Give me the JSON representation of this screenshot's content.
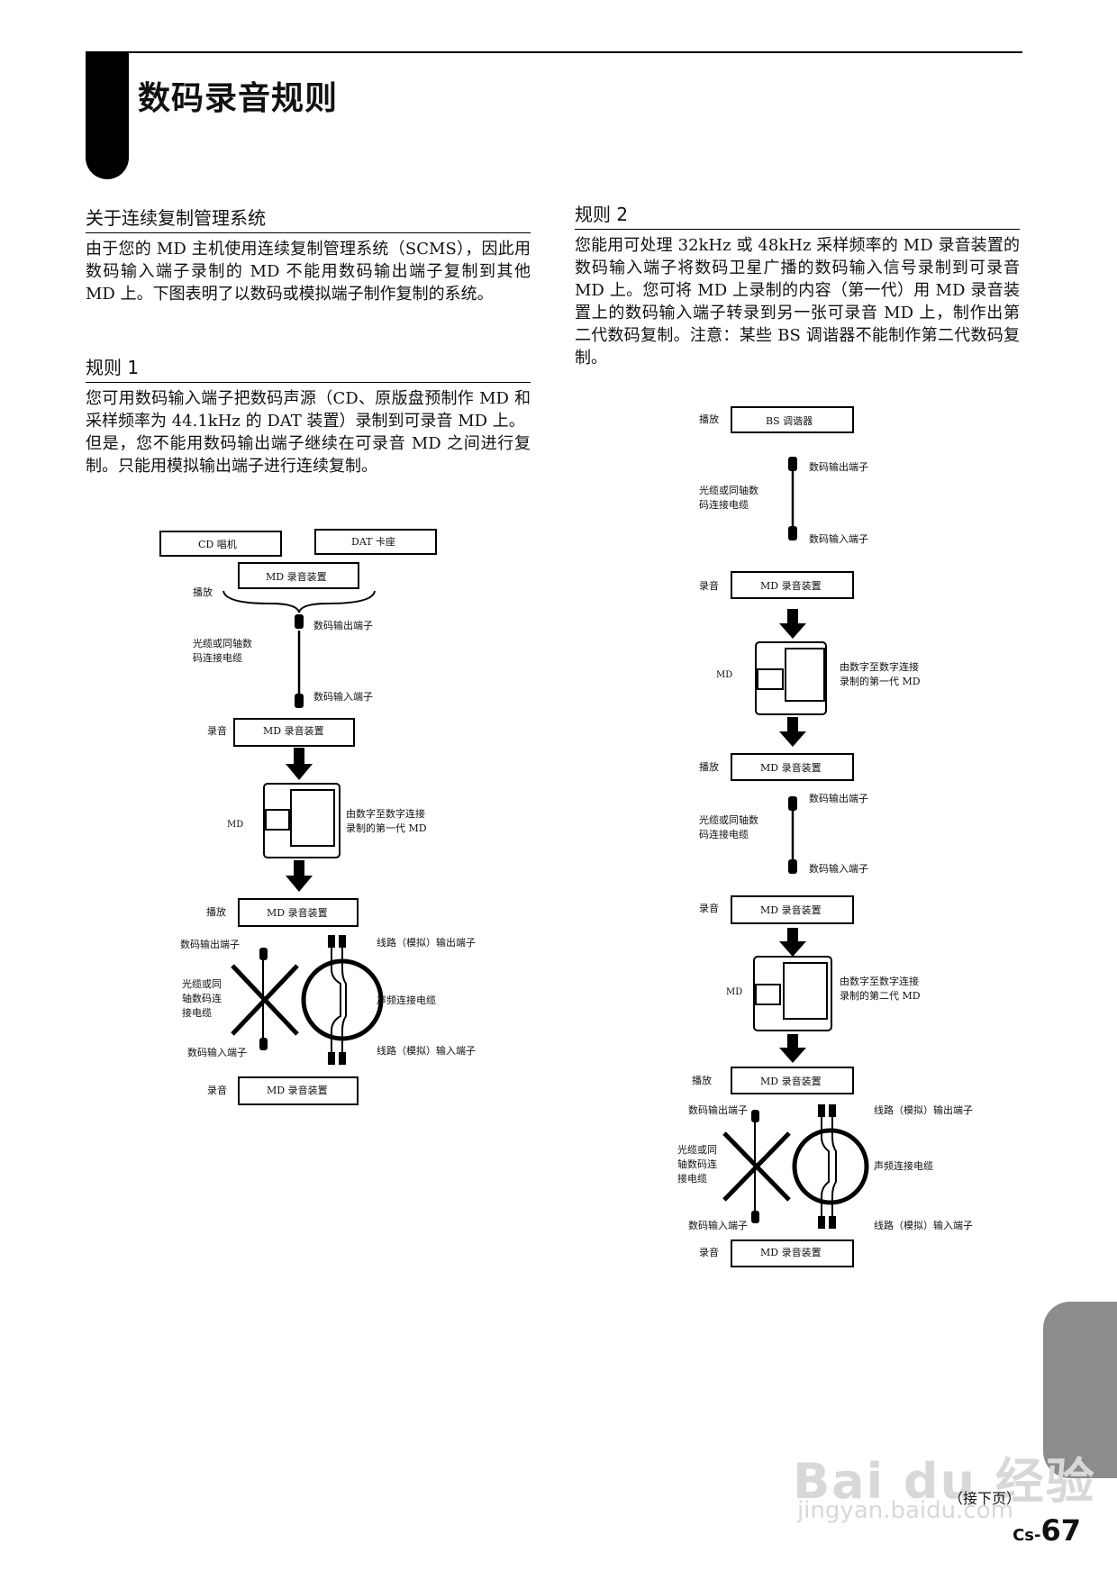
{
  "page_title": "数码录音规则",
  "left": {
    "section1_heading": "关于连续复制管理系统",
    "section1_text": "由于您的 MD 主机使用连续复制管理系统（SCMS），因此用数码输入端子录制的 MD 不能用数码输出端子复制到其他 MD 上。下图表明了以数码或模拟端子制作复制的系统。",
    "rule1_heading": "规则 1",
    "rule1_text_1": "您可用数码输入端子把数码声源（CD、原版盘预制作 MD 和采样频率为 44.1kHz 的 DAT 装置）录制到可录音 MD 上。",
    "rule1_text_2": "但是，您不能用数码输出端子继续在可录音 MD 之间进行复制。只能用模拟输出端子进行连续复制。"
  },
  "right": {
    "rule2_heading": "规则 2",
    "rule2_text": "您能用可处理 32kHz 或 48kHz 采样频率的 MD 录音装置的数码输入端子将数码卫星广播的数码输入信号录制到可录音 MD 上。您可将 MD 上录制的内容（第一代）用 MD 录音装置上的数码输入端子转录到另一张可录音 MD 上，制作出第二代数码复制。注意：某些 BS 调谐器不能制作第二代数码复制。"
  },
  "diagram1": {
    "cd_player": "CD 唱机",
    "dat_deck": "DAT 卡座",
    "md_recorder": "MD 录音装置",
    "play": "播放",
    "record": "录音",
    "digital_out": "数码输出端子",
    "digital_in": "数码输入端子",
    "cable_a": "光缆或同轴数",
    "cable_b": "码连接电缆",
    "md": "MD",
    "first_gen_a": "由数字至数字连接",
    "first_gen_b": "录制的第一代 MD",
    "line_out": "线路（模拟）输出端子",
    "line_in": "线路（模拟）输入端子",
    "audio_cable": "声频连接电缆",
    "cable3_a": "光缆或同",
    "cable3_b": "轴数码连",
    "cable3_c": "接电缆"
  },
  "diagram2": {
    "bs_tuner": "BS 调谐器",
    "md_recorder": "MD 录音装置",
    "play": "播放",
    "record": "录音",
    "digital_out": "数码输出端子",
    "digital_in": "数码输入端子",
    "cable_a": "光缆或同轴数",
    "cable_b": "码连接电缆",
    "md": "MD",
    "first_gen_a": "由数字至数字连接",
    "first_gen_b": "录制的第一代 MD",
    "second_gen_a": "由数字至数字连接",
    "second_gen_b": "录制的第二代 MD",
    "line_out": "线路（模拟）输出端子",
    "line_in": "线路（模拟）输入端子",
    "audio_cable": "声频连接电缆",
    "cable3_a": "光缆或同",
    "cable3_b": "轴数码连",
    "cable3_c": "接电缆"
  },
  "footer": {
    "continued": "（接下页）",
    "page_prefix": "Cs-",
    "page_number": "67",
    "watermark": "Bai du 经验",
    "watermark_url": "jingyan.baidu.com"
  }
}
